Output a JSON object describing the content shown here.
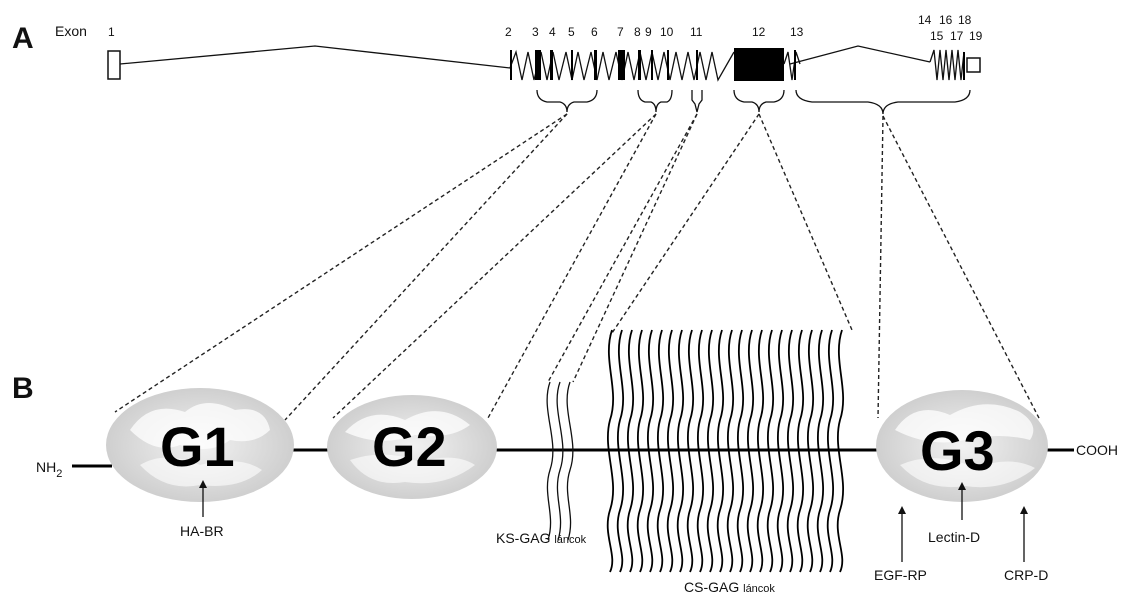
{
  "panel_a_label": "A",
  "panel_b_label": "B",
  "exon_label": "Exon",
  "exon_numbers": {
    "n1": "1",
    "n2": "2",
    "n3": "3",
    "n4": "4",
    "n5": "5",
    "n6": "6",
    "n7": "7",
    "n8": "8",
    "n9": "9",
    "n10": "10",
    "n11": "11",
    "n12": "12",
    "n13": "13",
    "n14": "14",
    "n15": "15",
    "n16": "16",
    "n17": "17",
    "n18": "18",
    "n19": "19"
  },
  "domains": {
    "g1": "G1",
    "g2": "G2",
    "g3": "G3"
  },
  "termini": {
    "n_term": "NH",
    "n_term_sub": "2",
    "c_term": "COOH"
  },
  "annotations": {
    "ha_br": "HA-BR",
    "ks_gag_main": "KS-GAG",
    "ks_gag_small": "láncok",
    "cs_gag_main": "CS-GAG",
    "cs_gag_small": "láncok",
    "egf_rp": "EGF-RP",
    "lectin_d": "Lectin-D",
    "crp_d": "CRP-D"
  },
  "colors": {
    "globule_fill": "#d9d9d9",
    "line": "#000000"
  }
}
